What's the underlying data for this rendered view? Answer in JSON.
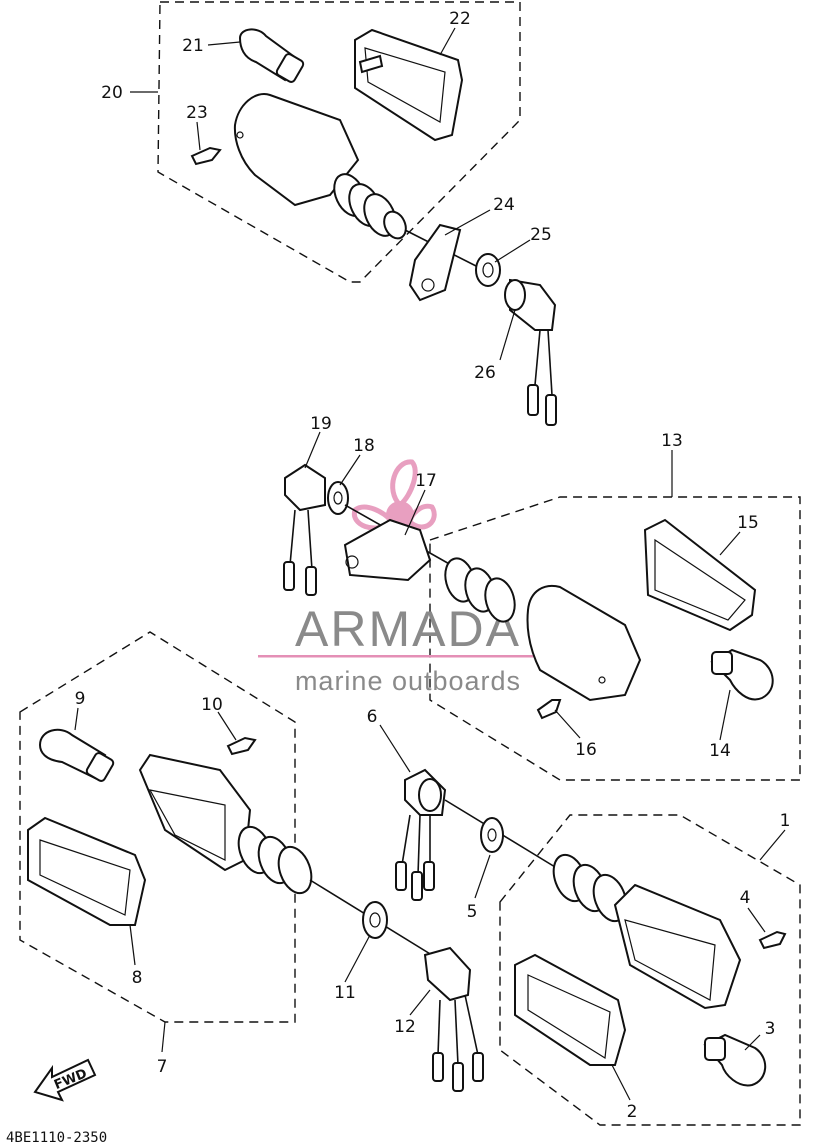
{
  "diagram_code": "4BE1110-2350",
  "watermark": {
    "brand": "ARMADA",
    "tagline": "marine outboards"
  },
  "fwd_label": "FWD",
  "callouts": [
    "1",
    "2",
    "3",
    "4",
    "5",
    "6",
    "7",
    "8",
    "9",
    "10",
    "11",
    "12",
    "13",
    "14",
    "15",
    "16",
    "17",
    "18",
    "19",
    "20",
    "21",
    "22",
    "23",
    "24",
    "25",
    "26"
  ],
  "colors": {
    "ink": "#111111",
    "watermark_gray": "#8a8a8a",
    "watermark_pink": "#e48fb6"
  }
}
